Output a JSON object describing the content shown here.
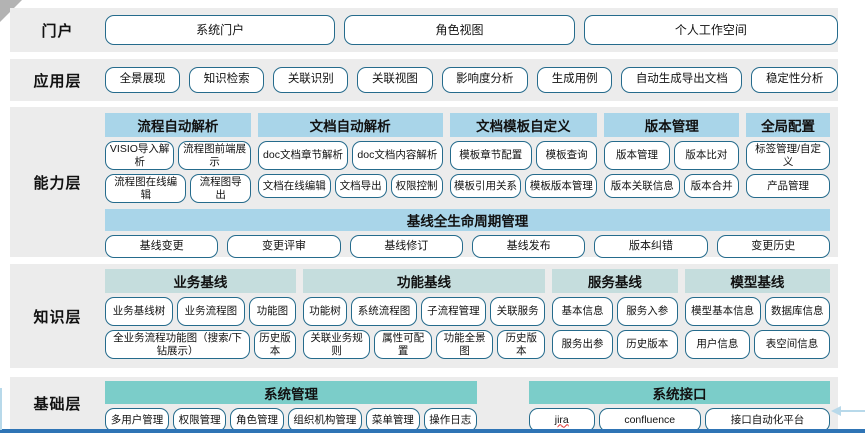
{
  "portal": {
    "label": "门户",
    "buttons": [
      "系统门户",
      "角色视图",
      "个人工作空间"
    ]
  },
  "app": {
    "label": "应用层",
    "buttons": [
      "全景展现",
      "知识检索",
      "关联识别",
      "关联视图",
      "影响度分析",
      "生成用例",
      "自动生成导出文档",
      "稳定性分析"
    ]
  },
  "capability": {
    "label": "能力层",
    "groups": [
      {
        "title": "流程自动解析",
        "rows": [
          [
            "VISIO导入解析",
            "流程图前端展示"
          ],
          [
            "流程图在线编辑",
            "流程图导出"
          ]
        ]
      },
      {
        "title": "文档自动解析",
        "rows": [
          [
            "doc文档章节解析",
            "doc文档内容解析"
          ],
          [
            "文档在线编辑",
            "文档导出",
            "权限控制"
          ]
        ]
      },
      {
        "title": "文档模板自定义",
        "rows": [
          [
            "模板章节配置",
            "模板查询"
          ],
          [
            "模板引用关系",
            "模板版本管理"
          ]
        ]
      },
      {
        "title": "版本管理",
        "rows": [
          [
            "版本管理",
            "版本比对"
          ],
          [
            "版本关联信息",
            "版本合并"
          ]
        ]
      },
      {
        "title": "全局配置",
        "rows": [
          [
            "标签管理/自定义"
          ],
          [
            "产品管理"
          ]
        ]
      }
    ],
    "baseline": {
      "title": "基线全生命周期管理",
      "buttons": [
        "基线变更",
        "变更评审",
        "基线修订",
        "基线发布",
        "版本纠错",
        "变更历史"
      ]
    }
  },
  "knowledge": {
    "label": "知识层",
    "groups": [
      {
        "title": "业务基线",
        "rows": [
          [
            "业务基线树",
            "业务流程图",
            "功能图"
          ],
          [
            "全业务流程功能图（搜索/下钻展示）",
            "历史版本"
          ]
        ]
      },
      {
        "title": "功能基线",
        "rows": [
          [
            "功能树",
            "系统流程图",
            "子流程管理",
            "关联服务"
          ],
          [
            "关联业务规则",
            "属性可配置",
            "功能全景图",
            "历史版本"
          ]
        ]
      },
      {
        "title": "服务基线",
        "rows": [
          [
            "基本信息",
            "服务入参"
          ],
          [
            "服务出参",
            "历史版本"
          ]
        ]
      },
      {
        "title": "模型基线",
        "rows": [
          [
            "模型基本信息",
            "数据库信息"
          ],
          [
            "用户信息",
            "表空间信息"
          ]
        ]
      }
    ]
  },
  "base": {
    "label": "基础层",
    "groups": [
      {
        "title": "系统管理",
        "rows": [
          [
            "多用户管理",
            "权限管理",
            "角色管理",
            "组织机构管理",
            "菜单管理",
            "操作日志"
          ]
        ]
      },
      {
        "title": "系统接口",
        "rows": [
          [
            {
              "label": "jira",
              "mark": "spellcheck"
            },
            "confluence",
            "接口自动化平台"
          ]
        ]
      }
    ]
  },
  "colors": {
    "band_bg": "#ececec",
    "capability_header": "#a9d5e9",
    "knowledge_header": "#c5dddd",
    "base_header": "#7bcdc9",
    "pill_border": "#256b8c",
    "bottom_bar": "#2e74b5",
    "arrow": "#b8d9ea",
    "spellcheck_underline": "#e03030"
  }
}
